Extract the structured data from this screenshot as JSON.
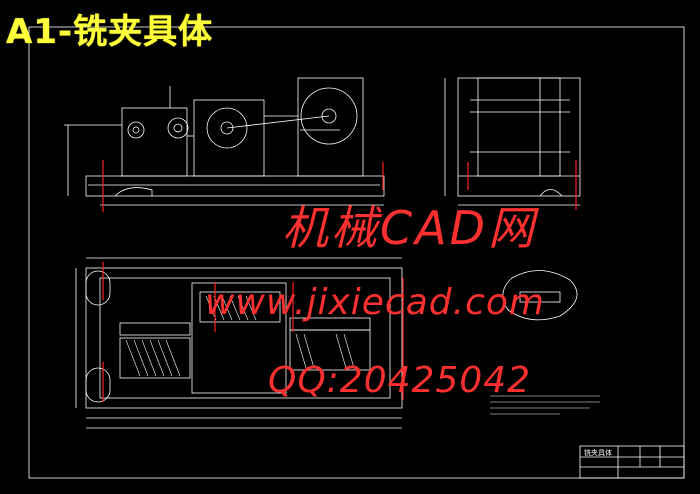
{
  "header": {
    "title": "A1-铣夹具体"
  },
  "watermark": {
    "site_cn": "机械CAD网",
    "url": "www.jixiecad.com",
    "qq": "QQ:20425042"
  },
  "title_block": {
    "part_name": "铣夹具体"
  },
  "colors": {
    "background": "#000000",
    "lines": "#ffffff",
    "title": "#ffff3c",
    "watermark": "#ff3030",
    "centerline": "#ff2020"
  }
}
